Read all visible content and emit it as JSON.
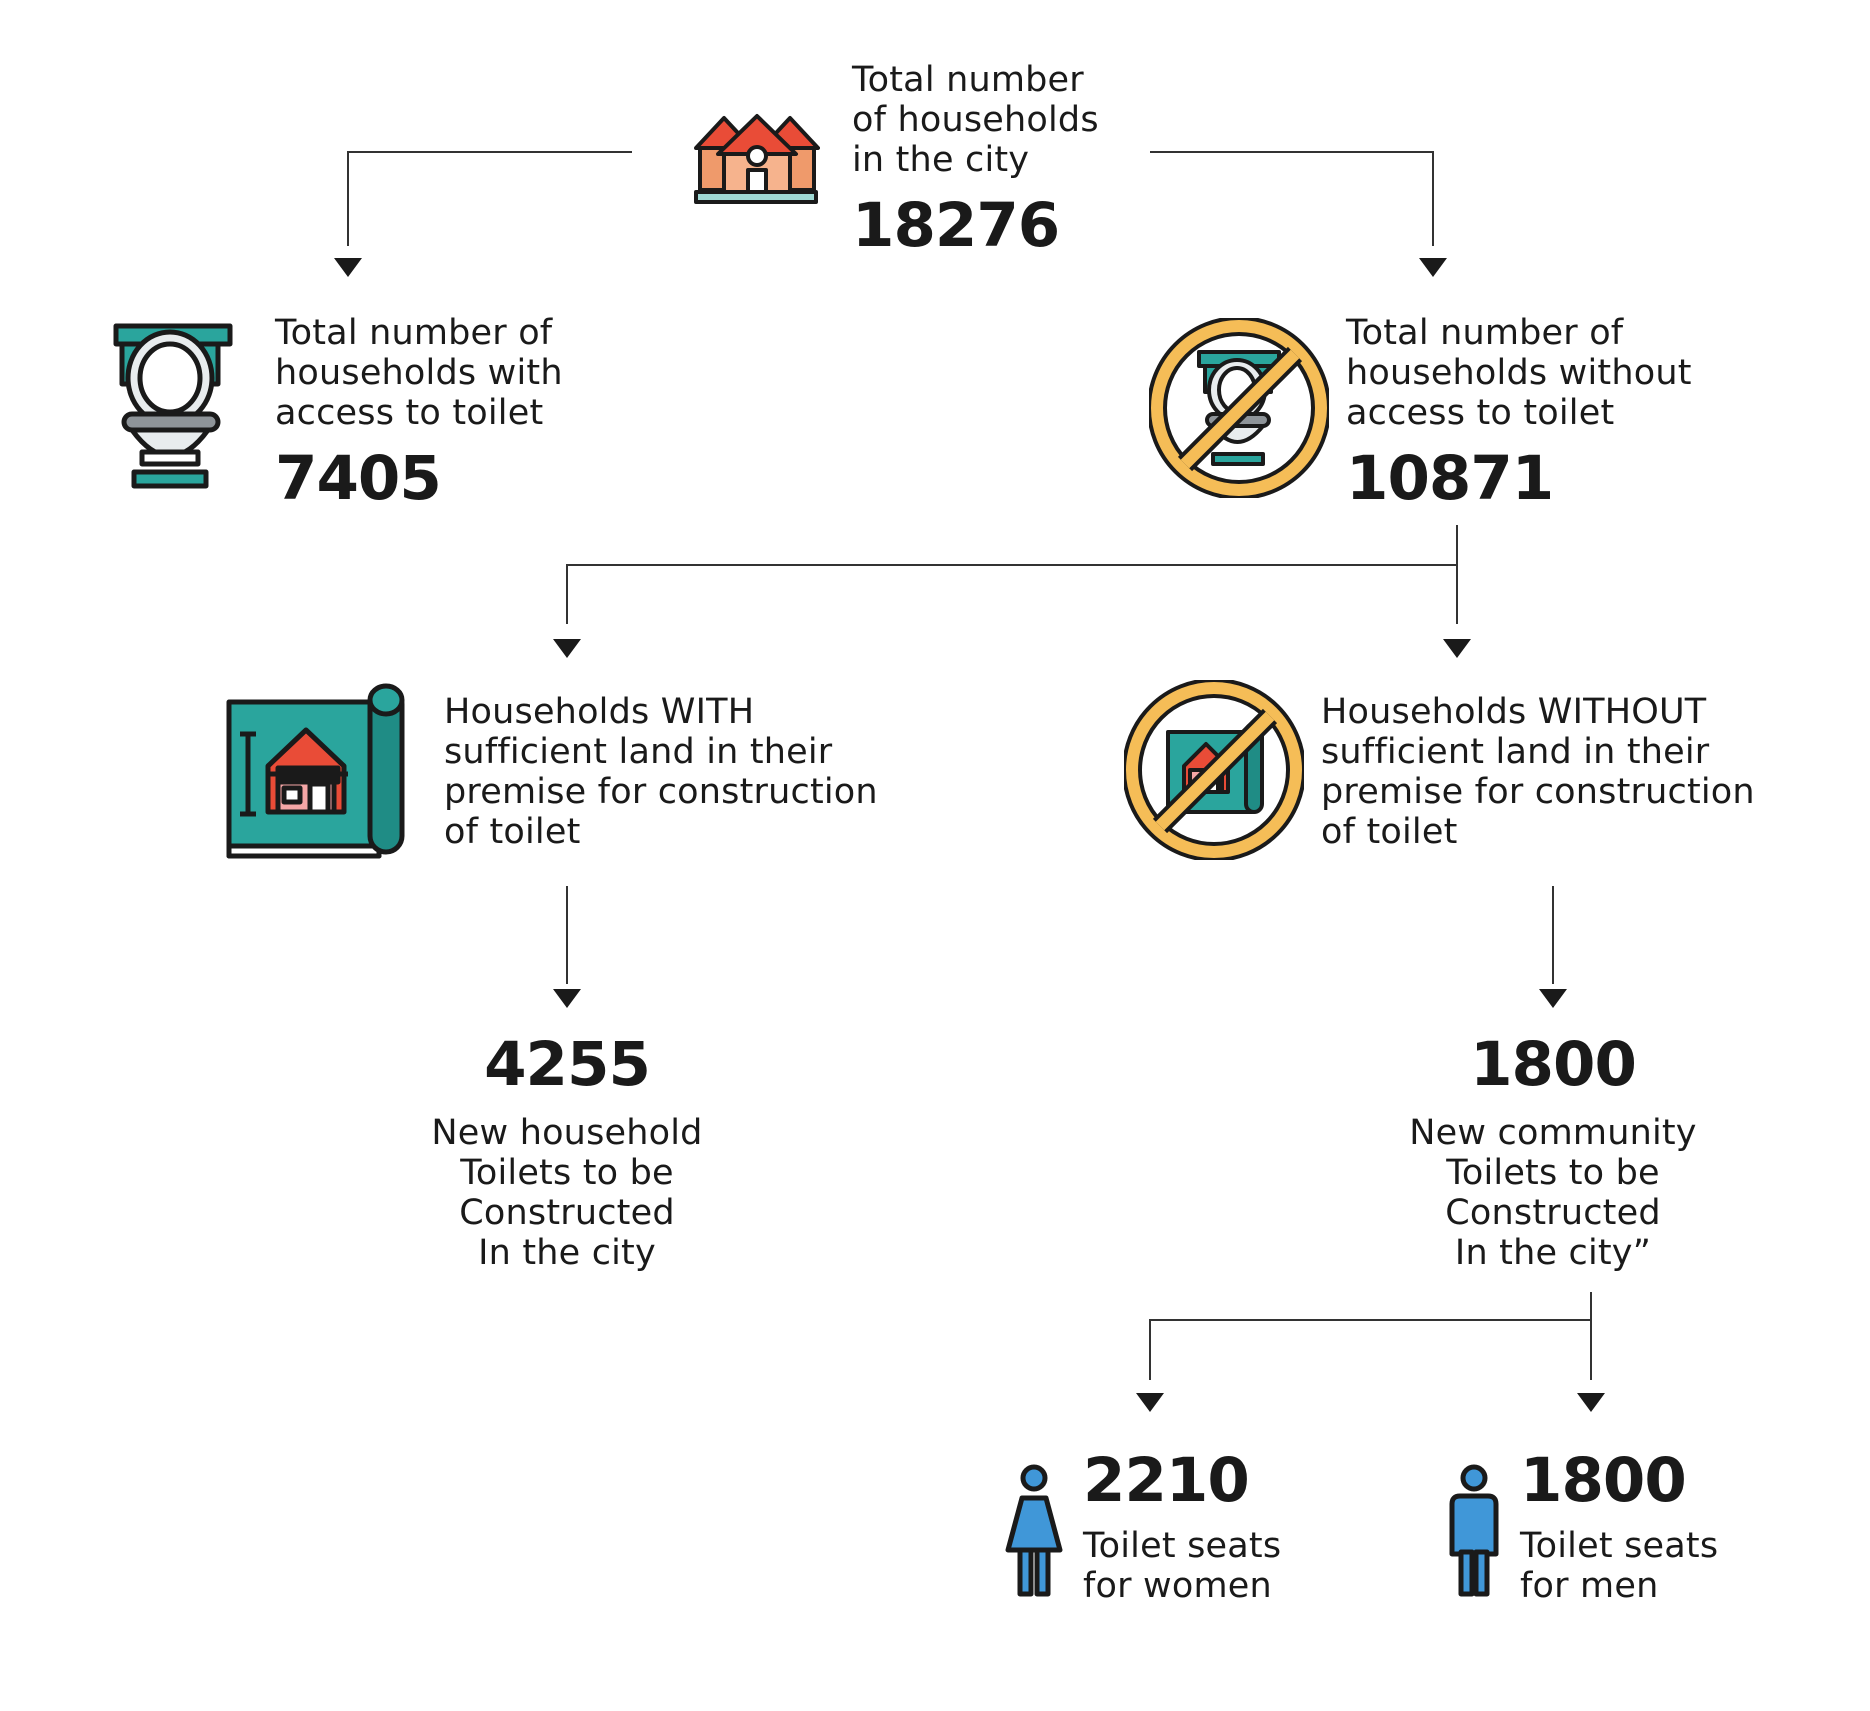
{
  "colors": {
    "teal": "#2aa59d",
    "dark": "#1a1a1a",
    "orange_ring": "#f5bd57",
    "house_orange": "#ef9a6b",
    "house_red": "#e94c37",
    "person_blue": "#4097d8",
    "line": "#333333"
  },
  "icons": {
    "city": "houses-icon",
    "with_toilet": "toilet-icon",
    "without_toilet": "no-toilet-icon",
    "with_land": "blueprint-icon",
    "without_land": "no-blueprint-icon",
    "women": "woman-icon",
    "men": "man-icon"
  },
  "root": {
    "label": "Total number\nof households\nin the city",
    "value": "18276"
  },
  "with_access": {
    "label": "Total number of\nhouseholds with\naccess to toilet",
    "value": "7405"
  },
  "without_access": {
    "label": "Total number of\nhouseholds without\naccess to toilet",
    "value": "10871"
  },
  "with_land": {
    "label": "Households WITH\nsufficient land in their\npremise for construction\nof toilet"
  },
  "without_land": {
    "label": "Households WITHOUT\nsufficient land in their\npremise for construction\nof toilet"
  },
  "household_toilets": {
    "value": "4255",
    "label": "New household\nToilets to be\nConstructed\nIn the city"
  },
  "community_toilets": {
    "value": "1800",
    "label": "New community\nToilets to be\nConstructed\nIn the city”"
  },
  "women_seats": {
    "value": "2210",
    "label": "Toilet seats\nfor women"
  },
  "men_seats": {
    "value": "1800",
    "label": "Toilet seats\nfor men"
  }
}
